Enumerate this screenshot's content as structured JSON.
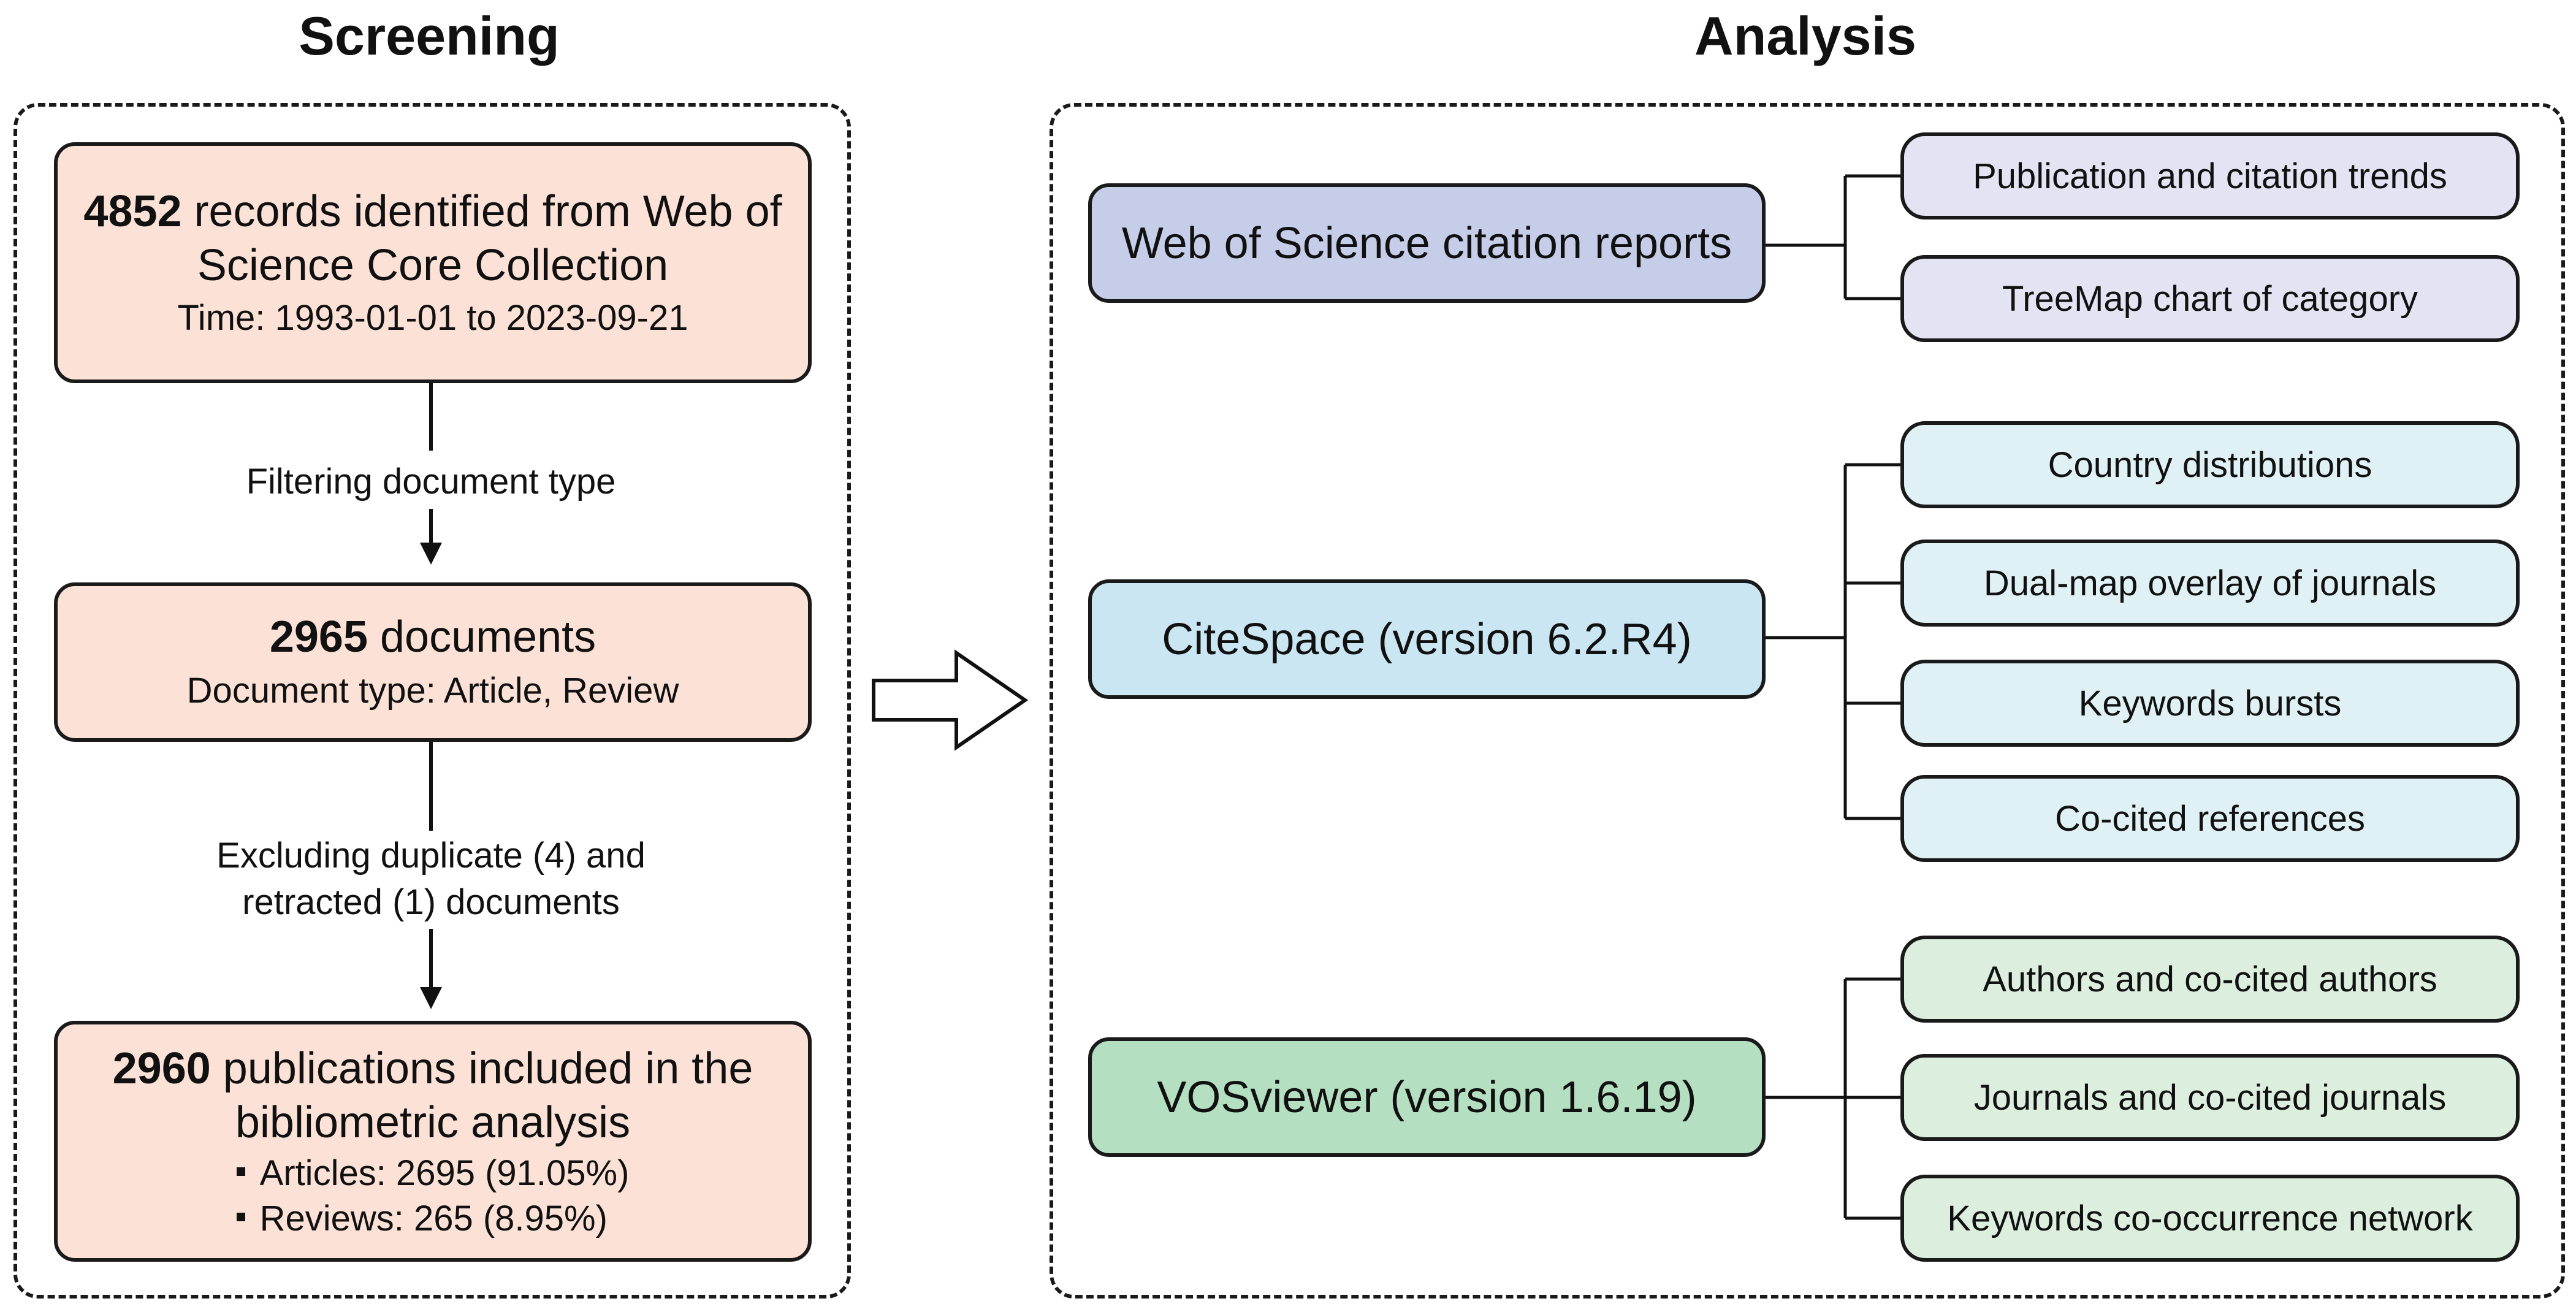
{
  "titles": {
    "left": "Screening",
    "right": "Analysis"
  },
  "screening": {
    "box1": {
      "count": "4852",
      "text": " records identified from Web of",
      "line2": "Science Core Collection",
      "time": "Time: 1993-01-01 to 2023-09-21"
    },
    "step1_label": "Filtering document type",
    "box2": {
      "count": "2965",
      "text": " documents",
      "doctype": "Document type: Article, Review"
    },
    "step2_label_line1": "Excluding duplicate (4) and",
    "step2_label_line2": "retracted (1) documents",
    "box3": {
      "count": "2960",
      "text": " publications included in the",
      "line2": "bibliometric analysis",
      "bullets": [
        "Articles: 2695 (91.05%)",
        "Reviews: 265 (8.95%)"
      ]
    }
  },
  "analysis": {
    "tools": [
      {
        "name": "Web of Science citation reports",
        "color": "#c5cde9",
        "items": [
          "Publication and citation trends",
          "TreeMap chart of category"
        ],
        "item_color": "#e3e3f3"
      },
      {
        "name": "CiteSpace (version 6.2.R4)",
        "color": "#c9e6f2",
        "items": [
          "Country distributions",
          "Dual-map overlay of journals",
          "Keywords bursts",
          "Co-cited references"
        ],
        "item_color": "#e0f1f5"
      },
      {
        "name": "VOSviewer (version 1.6.19)",
        "color": "#b4dfc1",
        "items": [
          "Authors and co-cited authors",
          "Journals and co-cited journals",
          "Keywords co-occurrence network"
        ],
        "item_color": "#dcefdf"
      }
    ]
  }
}
